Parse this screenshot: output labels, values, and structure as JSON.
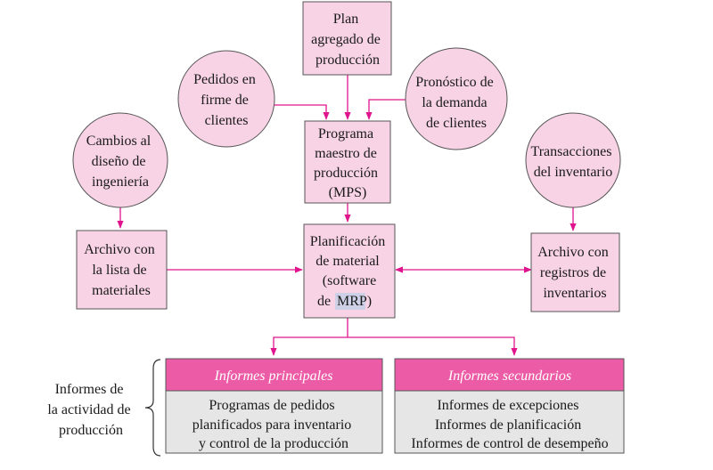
{
  "colors": {
    "node_fill": "#f8d3e6",
    "node_stroke": "#555555",
    "arrow": "#e0148c",
    "header_fill": "#ec5ca6",
    "report_body": "#e6e6e6",
    "highlight": "#cdd0e6"
  },
  "nodes": {
    "plan_agregado": [
      "Plan",
      "agregado de",
      "producción"
    ],
    "pedidos_firme": [
      "Pedidos en",
      "firme de",
      "clientes"
    ],
    "pronostico": [
      "Pronóstico de",
      "la demanda",
      "de clientes"
    ],
    "cambios_diseno": [
      "Cambios al",
      "diseño de",
      "ingeniería"
    ],
    "programa_maestro": [
      "Programa",
      "maestro de",
      "producción",
      "(MPS)"
    ],
    "transacciones": [
      "Transacciones",
      "del inventario"
    ],
    "archivo_materiales": [
      "Archivo con",
      "la lista de",
      "materiales"
    ],
    "planificacion": [
      "Planificación",
      "de material",
      "(software",
      "de",
      "MRP)"
    ],
    "archivo_inventarios": [
      "Archivo con",
      "registros de",
      "inventarios"
    ]
  },
  "reports": {
    "principales": {
      "title": "Informes principales",
      "lines": [
        "Programas de pedidos",
        "planificados para inventario",
        "y control de la producción"
      ]
    },
    "secundarios": {
      "title": "Informes secundarios",
      "lines": [
        "Informes de excepciones",
        "Informes de planificación",
        "Informes de control de desempeño"
      ]
    }
  },
  "side_label": [
    "Informes de",
    "la actividad de",
    "producción"
  ]
}
